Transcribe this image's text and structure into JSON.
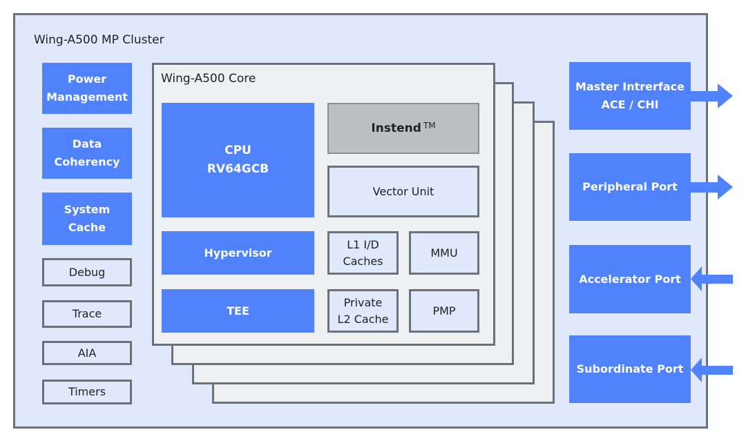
{
  "cluster": {
    "title": "Wing-A500 MP Cluster",
    "left_blocks": [
      {
        "label": "Power\nManagement",
        "style": "filled"
      },
      {
        "label": "Data\nCoherency",
        "style": "filled"
      },
      {
        "label": "System\nCache",
        "style": "filled"
      },
      {
        "label": "Debug",
        "style": "outline"
      },
      {
        "label": "Trace",
        "style": "outline"
      },
      {
        "label": "AIA",
        "style": "outline"
      },
      {
        "label": "Timers",
        "style": "outline"
      }
    ],
    "core": {
      "title": "Wing-A500 Core",
      "stack_count": 4,
      "cpu": {
        "line1": "CPU",
        "line2": "RV64GCB"
      },
      "instend": {
        "label": "Instend",
        "trademark": "TM"
      },
      "vector_unit": "Vector Unit",
      "hypervisor": "Hypervisor",
      "tee": "TEE",
      "l1_caches": {
        "line1": "L1 I/D",
        "line2": "Caches"
      },
      "mmu": "MMU",
      "l2_cache": {
        "line1": "Private",
        "line2": "L2 Cache"
      },
      "pmp": "PMP"
    },
    "ports": [
      {
        "line1": "Master Intrerface",
        "line2": "ACE / CHI",
        "direction": "out"
      },
      {
        "line1": "Peripheral Port",
        "line2": "",
        "direction": "out"
      },
      {
        "line1": "Accelerator Port",
        "line2": "",
        "direction": "in"
      },
      {
        "line1": "Subordinate Port",
        "line2": "",
        "direction": "in"
      }
    ]
  },
  "colors": {
    "block_blue": "#4f82fb",
    "cluster_bg": "#e0e8fc",
    "panel_bg": "#eff0f2",
    "border_gray": "#6b7179",
    "instend_gray": "#bcbec2"
  }
}
